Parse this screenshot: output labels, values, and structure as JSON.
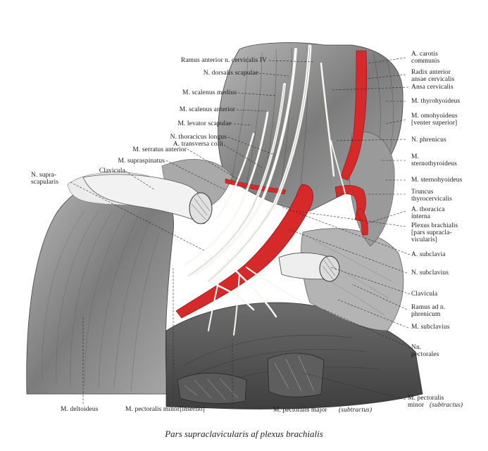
{
  "caption": "Pars supraclavicularis af plexus brachialis",
  "colors": {
    "artery": "#d62a2a",
    "nerve": "#f4f4f0",
    "muscle": "#8a8a8a",
    "ink": "#1a1a1a"
  },
  "labels_left": {
    "ramus_anterior": "Ramus anterior n. cervicalis IV",
    "n_dorsalis_scapulae": "N. dorsalis scapulae",
    "m_scalenus_medius": "M. scalenus medius",
    "m_scalenus_anterior": "M. scalenus anterior",
    "m_levator_scapulae": "M. levator scapulae",
    "n_thoracicus_longus": "N. thoracicus longus",
    "a_transversa_colli": "A. transversa colli",
    "m_serratus_anterior": "M. serratus anterior",
    "m_supraspinatus": "M. supraspinatus",
    "clavicula_left": "Clavicula",
    "n_suprascapularis": "N. supra-\nscapularis"
  },
  "labels_right": {
    "a_carotis": "A. carotis\ncommunis",
    "radix_anterior": "Radix anterior\nansae cervicalis",
    "ansa_cervicalis": "Ansa cervicalis",
    "m_thyrohyoideus": "M. thyrohyoideus",
    "m_omohyoideus": "M. omohyoideus\n[venter superior]",
    "n_phrenicus": "N. phrenicus",
    "m_sternothyroideus": "M.\nsternothyroideus",
    "m_sternohyoideus": "M. sternohyoideus",
    "truncus": "Truncus\nthyrocervicalis",
    "a_thoracica": "A. thoracica\ninterna",
    "plexus": "Plexus brachialis\n[pars supracla-\nvicularis]",
    "a_subclavia": "A. subclavia",
    "n_subclavius": "N. subclavius",
    "clavicula_right": "Clavicula",
    "ramus_phrenicum": "Ramus ad n.\nphrenicum",
    "m_subclavius": "M. subclavius",
    "nn_pectorales": "Nn.\npectorales",
    "m_pectoralis_minor_sub": "M. pectoralis",
    "m_pectoralis_minor_sub_2": "minor",
    "subtractus_1": "(subtractus)"
  },
  "labels_bottom": {
    "m_deltoideus": "M. deltoideus",
    "m_pectoralis_minor_insertio": "M. pectoralis minor[insertio]",
    "m_pectoralis_major": "M. pectoralis major",
    "subtractus_2": "(subtractus)"
  }
}
